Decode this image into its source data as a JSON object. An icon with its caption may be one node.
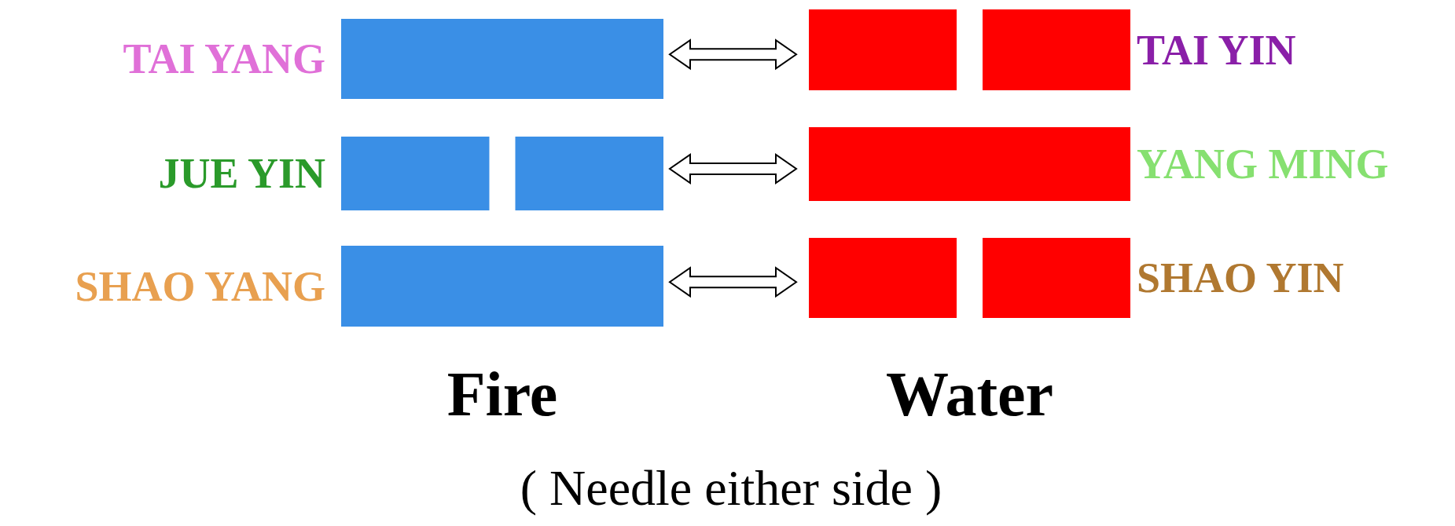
{
  "diagram": {
    "nodes": [
      {
        "text": [],
        "shape": "bar",
        "beside": [
          "TAI YANG"
        ]
      },
      {
        "text": [],
        "shape": "split-bar",
        "beside": [
          "TAI YIN"
        ]
      },
      {
        "text": [],
        "shape": "split-bar",
        "beside": [
          "JUE YIN"
        ]
      },
      {
        "text": [],
        "shape": "bar",
        "beside": [
          "YANG MING"
        ]
      },
      {
        "text": [],
        "shape": "bar",
        "beside": [
          "SHAO YANG"
        ]
      },
      {
        "text": [],
        "shape": "split-bar",
        "beside": [
          "SHAO YIN"
        ]
      }
    ],
    "edges": [
      {
        "from": 0,
        "to": 1,
        "arrow": "both"
      },
      {
        "from": 2,
        "to": 3,
        "arrow": "both"
      },
      {
        "from": 4,
        "to": 5,
        "arrow": "both"
      }
    ],
    "labels": [
      "Fire",
      "Water",
      "( Needle either side )"
    ]
  }
}
